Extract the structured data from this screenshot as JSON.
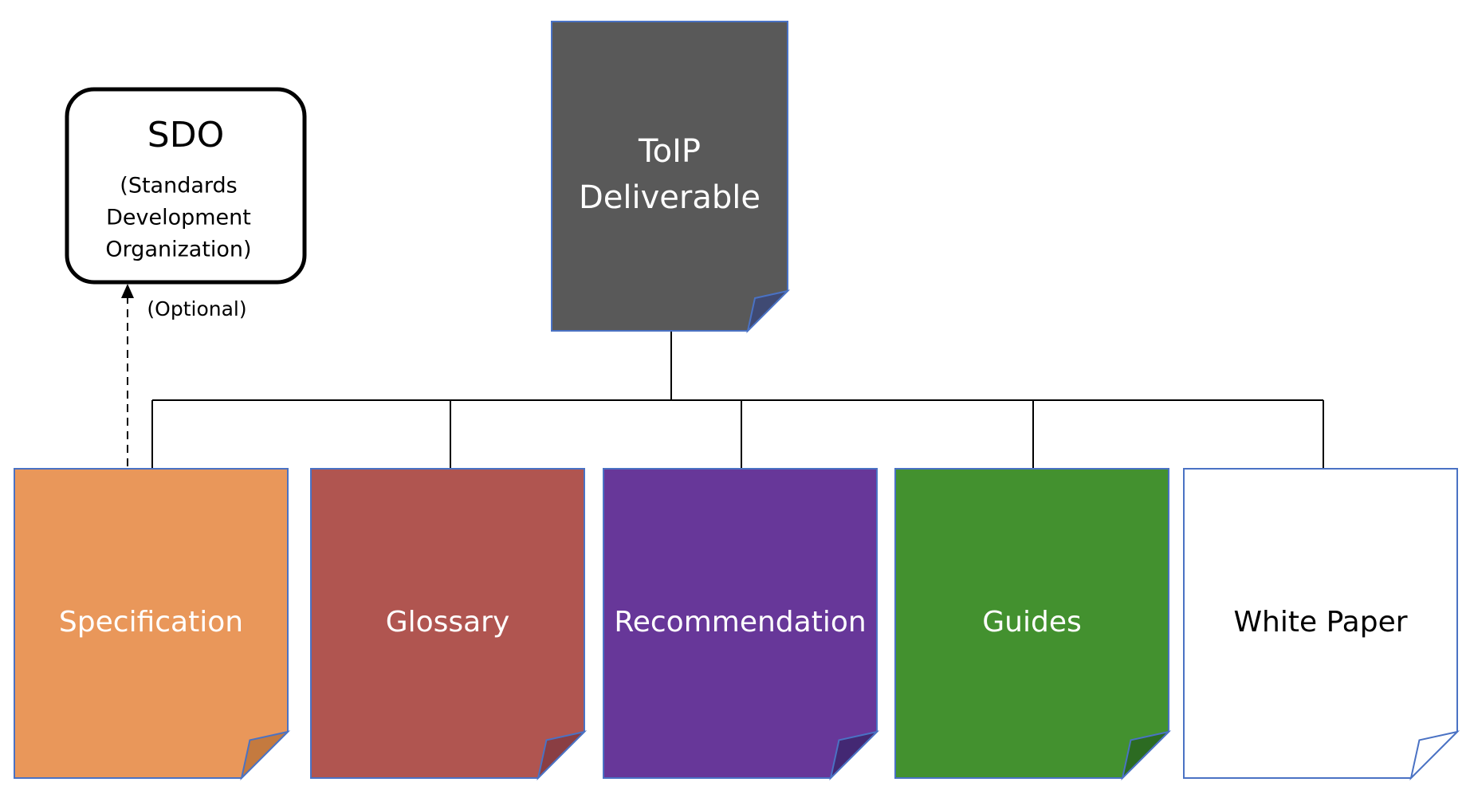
{
  "root": {
    "title_line1": "ToIP",
    "title_line2": "Deliverable",
    "fill": "#595959",
    "fold": "#3f4a73",
    "text_color": "#ffffff"
  },
  "sdo": {
    "title": "SDO",
    "subtitle_line1": "(Standards",
    "subtitle_line2": "Development",
    "subtitle_line3": "Organization)",
    "relation_label": "(Optional)"
  },
  "children": [
    {
      "label": "Specification",
      "fill": "#e9975a",
      "fold": "#c47a3f",
      "text_color": "#ffffff"
    },
    {
      "label": "Glossary",
      "fill": "#b05550",
      "fold": "#8a3e43",
      "text_color": "#ffffff"
    },
    {
      "label": "Recommendation",
      "fill": "#673799",
      "fold": "#432873",
      "text_color": "#ffffff"
    },
    {
      "label": "Guides",
      "fill": "#43912f",
      "fold": "#2c6b22",
      "text_color": "#ffffff"
    },
    {
      "label": "White Paper",
      "fill": "#ffffff",
      "fold": "#ffffff",
      "text_color": "#000000"
    }
  ],
  "colors": {
    "doc_border": "#4a72c4",
    "connector": "#000000"
  }
}
